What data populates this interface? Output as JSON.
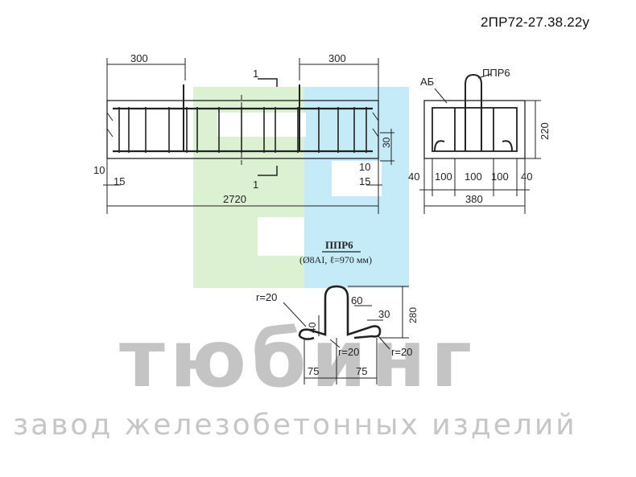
{
  "header": {
    "code": "2ПР72-27.38.22у"
  },
  "front_view": {
    "dim_left_top": "300",
    "dim_right_top": "300",
    "section_mark": "1",
    "dim_right_30": "30",
    "dim_left_10": "10",
    "dim_left_15": "15",
    "dim_right_10": "10",
    "dim_right_15": "15",
    "dim_total": "2720"
  },
  "section_view": {
    "label_ab": "АБ",
    "label_ppr": "ППР6",
    "dim_height": "220",
    "dims_bottom": [
      "40",
      "100",
      "100",
      "100",
      "40"
    ],
    "dim_total": "380"
  },
  "ppr_detail": {
    "title": "ППР6",
    "spec": "(Ø8AI, ℓ=970 мм)",
    "r_top_left": "r=20",
    "r_mid": "r=20",
    "r_right": "r=20",
    "dim_40": "40",
    "dim_60": "60",
    "dim_30": "30",
    "dim_280": "280",
    "dim_75_left": "75",
    "dim_75_right": "75"
  },
  "watermark": {
    "brand": "тюбинг",
    "subtitle": "завод железобетонных изделий",
    "colors": {
      "green": "#d8efcf",
      "blue": "#bfe9f8",
      "text": "#c4c4c4"
    }
  }
}
